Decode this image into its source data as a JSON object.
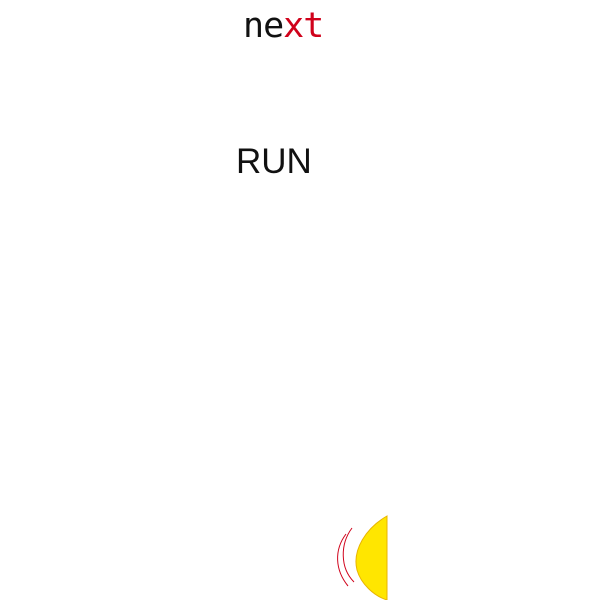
{
  "logo": {
    "part_ne": "ne",
    "part_xt": "xt",
    "colors": {
      "black": "#111111",
      "red": "#d0021b"
    }
  },
  "run_button": {
    "label": "RUN"
  },
  "sound_icon": {
    "name": "speaker-waves-icon",
    "fill": "#ffe600",
    "stroke": "#d0021b"
  }
}
